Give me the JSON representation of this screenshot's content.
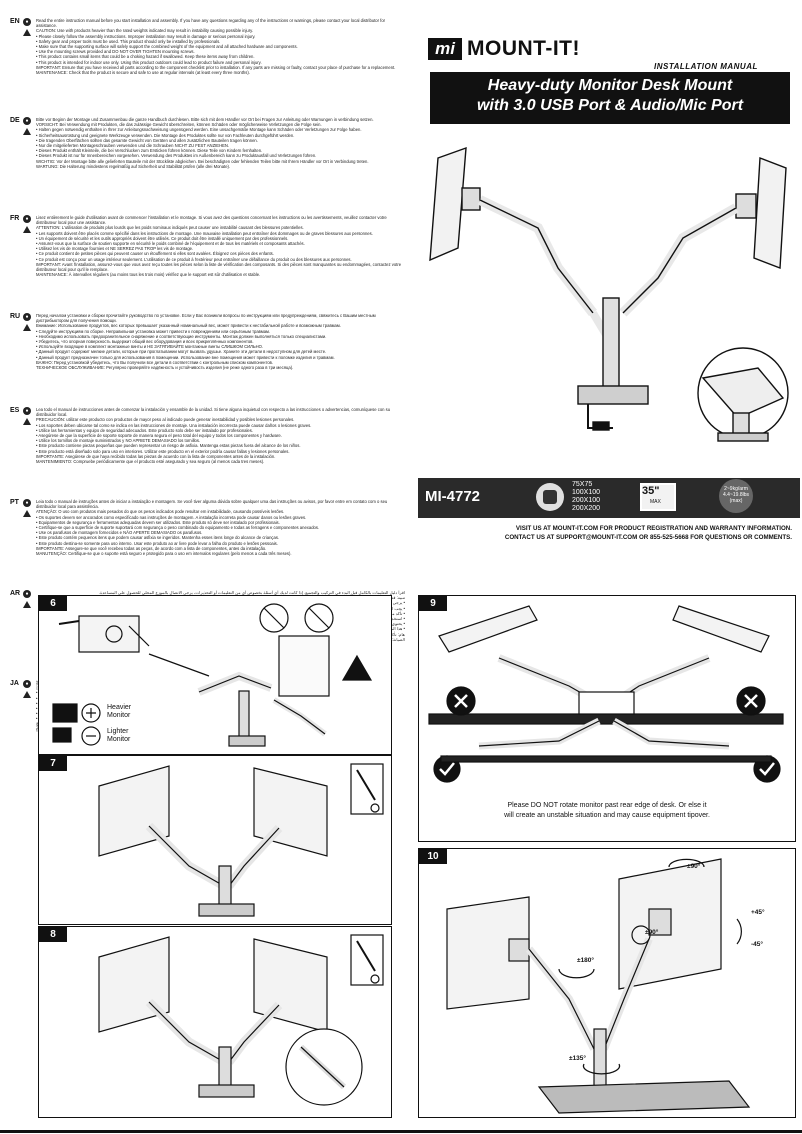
{
  "brand": {
    "logo_mark": "mi",
    "name": "MOUNT-IT!",
    "manual_label": "INSTALLATION MANUAL",
    "title_line1": "Heavy-duty Monitor Desk Mount",
    "title_line2": "with 3.0 USB Port & Audio/Mic Port"
  },
  "languages": [
    {
      "code": "EN",
      "lines": [
        "Read the entire instruction manual before you start installation and assembly. If you have any questions regarding any of the instructions or warnings, please contact your local distributor for assistance.",
        "CAUTION: Use with products heavier than the rated weights indicated may result in instability causing possible injury.",
        "• Please closely follow the assembly instructions. Improper installation may result in damage or serious personal injury.",
        "• Safety gear and proper tools must be used. This product should only be installed by professionals.",
        "• Make sure that the supporting surface will safely support the combined weight of the equipment and all attached hardware and components.",
        "• Use the mounting screws provided and DO NOT OVER TIGHTEN mounting screws.",
        "• This product contains small items that could be a choking hazard if swallowed. Keep these items away from children.",
        "• This product is intended for indoor use only. Using this product outdoors could lead to product failure and personal injury.",
        "IMPORTANT: Ensure that you have received all parts according to the component checklist prior to installation. If any parts are missing or faulty, contact your place of purchase for a replacement.",
        "MAINTENANCE: Check that the product is secure and safe to use at regular intervals (at least every three months)."
      ]
    },
    {
      "code": "DE",
      "lines": [
        "Bitte vor Beginn der Montage und Zusammenbau die ganze Handbuch durchlesen. Bitte sich mit dem Händler vor Ort bei Fragen zur Anleitung oder Warnungen in verbindung setzen.",
        "VORSICHT: Bei Verwendung mit Produkten, die das zulässige Gewicht überschreiten, können Schäden oder möglicherweise Verletzungen die Folge sein.",
        "• Halten gegen notwendig enthalten in Ihrer zur Anleitungsnachweisung ungenügend werden. Eine unsachgemäße Montage kann Schäden oder Verletzungen zur Folge haben.",
        "• Sicherheitsausrüstung und geeignete Werkzeuge verwenden. Die Montage des Produktes sollte nur von Fachleuten durchgeführt werden.",
        "• Die tragenden Oberflächen sollten das gesamte Gewicht von Geräten und allen zusätzlichen Bauteilen tragen können.",
        "• Nur die mitgelieferten Montageschrauben verwenden und die Schrauben NICHT ZU FEST ANZIEHEN.",
        "• Dieses Produkt enthält Kleinteile, die bei Verschlucken zum Ersticken führen können. Diese Teile von Kindern fernhalten.",
        "• Dieses Produkt ist nur für Innenbereichen vorgesehen. Verwendung des Produktes im Außenbereich kann zu Produktausfall und Verletzungen führen.",
        "WICHTIG: Vor der Montage bitte alle gelieferten Bauteile mit der Stückliste abgleichen. Bei beschädigten oder fehlenden Teilen bitte mit Ihrem Händler vor Ort in Verbindung treten.",
        "WARTUNG: Die Halterung mindestens regelmäßig auf Sicherheit und Stabilität prüfen (alle drei Monate)."
      ]
    },
    {
      "code": "FR",
      "lines": [
        "Lisez entièrement le guide d'utilisation avant de commencer l'installation et le montage. Si vous avez des questions concernant les instructions ou les avertissements, veuillez contacter votre distributeur local pour une assistance.",
        "ATTENTION: L'utilisation de produits plus lourds que les poids nominaux indiqués peut causer une instabilité causant des blessures potentielles.",
        "• Les supports doivent être placés comme spécifié dans les instructions de montage. Une mauvaise installation peut entraîner des dommages ou de graves blessures aux personnes.",
        "• Un équipement de sécurité et les outils appropriés doivent être utilisés. Ce produit doit être installé uniquement par des professionnels.",
        "• Assurez-vous que la surface de soutien supporte en sécurité le poids combiné de l'équipement et de tous les matériels et composants attachés.",
        "• Utilisez les vis de montage fournies et NE SERREZ PAS TROP les vis de montage.",
        "• Ce produit contient de petites pièces qui peuvent causer un étouffement si elles sont avalées. Éloignez ces pièces des enfants.",
        "• Ce produit est conçu pour un usage intérieur seulement. L'utilisation de ce produit à l'extérieur peut entraîner une défaillance du produit ou des blessures aux personnes.",
        "IMPORTANT: Avant l'installation, assurez-vous que vous avez reçu toutes les pièces selon la liste de vérification des composants. Si des pièces sont manquantes ou endommagées, contactez votre distributeur local pour qu'il le remplace.",
        "MAINTENANCE: À intervalles réguliers (au moins tous les trois mois) vérifiez que le support est sûr d'utilisation et stable."
      ]
    },
    {
      "code": "RU",
      "lines": [
        "Перед началом установки и сборки прочитайте руководство по установке. Если у Вас возникли вопросы по инструкциям или предупреждениям, свяжитесь с Вашим местным дистрибьютором для получения помощи.",
        "Внимание: Использование продуктов, вес которых превышает указанный номинальный вес, может привести к нестабильной работе и возможным травмам.",
        "• Следуйте инструкциям по сборке. Неправильная установка может привести к повреждениям или серьёзным травмам.",
        "• Необходимо использовать предохранительное снаряжение и соответствующие инструменты. Монтаж должен выполняться только специалистами.",
        "• Убедитесь, что опорная поверхность выдержит общий вес оборудования и всех прикреплённых компонентов.",
        "• Используйте входящие в комплект монтажные винты и НЕ ЗАТЯГИВАЙТЕ монтажные винты СЛИШКОМ СИЛЬНО.",
        "• Данный продукт содержит мелкие детали, которые при проглатывании могут вызвать удушье. Храните эти детали в недоступном для детей месте.",
        "• Данный продукт предназначен только для использования в помещении. Использование вне помещения может привести к поломке изделия и травмам.",
        "ВАЖНО: Перед установкой убедитесь, что Вы получили все детали в соответствии с контрольным списком компонентов.",
        "ТЕХНИЧЕСКОЕ ОБСЛУЖИВАНИЕ: Регулярно проверяйте надёжность и устойчивость изделия (не реже одного раза в три месяца)."
      ]
    },
    {
      "code": "ES",
      "lines": [
        "Lea todo el manual de instrucciones antes de comenzar la instalación y ensamble de la unidad. Si tiene alguna inquietud con respecto a las instrucciones o advertencias, comuníquese con su distribuidor local.",
        "PRECAUCIÓN: utilizar este producto con productos de mayor peso al indicado puede generar inestabilidad y posibles lesiones personales.",
        "• Los soportes deben ubicarse tal como se indica en las instrucciones de montaje. Una instalación incorrecta puede causar daños o lesiones graves.",
        "• Utilice las herramientas y equipo de seguridad adecuados. Este producto solo debe ser instalado por profesionales.",
        "• Asegúrese de que la superficie de soporte soporte de manera segura el peso total del equipo y todos los componentes y hardware.",
        "• Utilice los tornillos de montaje suministrados y NO APRIETE DEMASIADO los tornillos.",
        "• Este producto contiene piezas pequeñas que pueden representar un riesgo de asfixia. Mantenga estas piezas fuera del alcance de los niños.",
        "• Este producto está diseñado solo para uso en interiores. Utilizar este producto en el exterior podría causar fallas y lesiones personales.",
        "IMPORTANTE: Asegúrese de que haya recibido todas las piezas de acuerdo con la lista de componentes antes de la instalación.",
        "MANTENIMIENTO: Compruebe periódicamente que el producto esté asegurado y sea seguro (al menos cada tres meses)."
      ]
    },
    {
      "code": "PT",
      "lines": [
        "Leia todo o manual de instruções antes de iniciar a instalação e montagem. Se você tiver alguma dúvida sobre qualquer uma das instruções ou avisos, por favor entre em contato com o seu distribuidor local para assistência.",
        "ATENÇÃO: O uso com produtos mais pesados do que os pesos indicados pode resultar em instabilidade, causando possíveis lesões.",
        "• Os suportes devem ser ancorados como especificado nas instruções de montagem. A instalação incorreta pode causar danos ou lesões graves.",
        "• Equipamentos de segurança e ferramentas adequadas devem ser utilizados. Este produto só deve ser instalado por profissionais.",
        "• Certifique-se que a superfície de suporte suportará com segurança o peso combinado do equipamento e todas as ferragens e componentes anexados.",
        "• Use os parafusos de montagem fornecidos e NÃO APERTE DEMASIADO os parafusos.",
        "• Este produto contém pequenos itens que podem causar asfixia se ingeridos. Mantenha esses itens longe do alcance de crianças.",
        "• Este produto destina-se somente para uso interno. Usar este produto ao ar livre pode levar a falha do produto e lesões pessoais.",
        "IMPORTANTE: Assegure-se que você recebeu todas as peças, de acordo com a lista de componentes, antes da instalação.",
        "MANUTENÇÃO: Certifique-se que o suporte está seguro e protegido para o uso em intervalos regulares (pelo menos a cada três meses)."
      ]
    },
    {
      "code": "AR",
      "lines": [
        "اقرأ دليل التعليمات بالكامل قبل البدء في التركيب والتجميع. إذا كانت لديك أي أسئلة بخصوص أي من التعليمات أو التحذيرات، يرجى الاتصال بالموزع المحلي للحصول على المساعدة.",
        "تنبيه: قد يؤدي استخدام منتجات أثقل من الأوزان المحددة إلى عدم الاستقرار والتسبب في إصابة محتملة.",
        "• يرجى اتباع تعليمات التجميع بعناية. قد يؤدي التركيب غير الصحيح إلى تلف أو إصابة شخصية خطيرة.",
        "• يجب استخدام معدات السلامة والأدوات المناسبة. يجب تركيب هذا المنتج من قبل المحترفين فقط.",
        "• تأكد من أن سطح الدعم سيدعم بأمان الوزن المشترك للجهاز وجميع الأجهزة والمكونات المرفقة.",
        "• استخدم براغي التثبيت المرفقة ولا تفرط في ربطها.",
        "• يحتوي هذا المنتج على عناصر صغيرة قد تسبب الاختناق في حالة البلع. احفظ هذه العناصر بعيدا عن متناول الأطفال.",
        "• هذا المنتج مخصص للاستخدام الداخلي فقط.",
        "هام: تأكد من استلام جميع الأجزاء وفقا لقائمة المكونات قبل التركيب.",
        "الصيانة: تحقق من أن المنتج آمن للاستخدام على فترات منتظمة (كل ثلاثة أشهر على الأقل)."
      ]
    },
    {
      "code": "JA",
      "lines": [
        "設置や組立て始める前に、すべての取扱説明書をご一読ください。取扱説明書又は警告に関してのご不明な点がございましたら、お近くの代理店までお問い合わせください。",
        "注意：定格重量以上の製品を使用すると不安定になり、けがをする恐れがあります。",
        "• 組立説明書にしたがって慎重に組み立ててください。不適切な設置は、損傷や重大な身体傷害を引き起こす恐れがあります。",
        "• 安全装置及び適切な工具を使用してください。本製品は専門家のみが設置するようにしてください。",
        "• 支持面が機器及び取り付けられた全ての金具や部品の合計重量を安全に支えられることを確認してください。",
        "• 付属の取付ネジを使用し、締め付けすぎないでください。",
        "• 本製品には、飲み込むと窒息する恐れのある小さな部品が含まれています。お子様の手の届かないところに保管してください。",
        "• 本製品は屋内での使用のみを目的としています。屋外で使用すると故障や身体傷害の原因となります。",
        "重要：設置前に部品チェックリストに従って全ての部品が揃っていることを確認してください。",
        "保守管理：定期的に（少なくとも3か月ごとに）製品が安全に使用できることを確認してください。"
      ]
    }
  ],
  "spec": {
    "model": "MI-4772",
    "vesa_lines": [
      "75X75",
      "100X100",
      "200X100",
      "200X200"
    ],
    "screen_size": "35\"",
    "screen_size_caption": "MAX",
    "weight_lines": [
      "2~9kg/arm",
      "4.4~19.8lbs",
      "(max)"
    ]
  },
  "visit": {
    "line1": "VISIT US AT MOUNT-IT.COM FOR PRODUCT REGISTRATION AND WARRANTY INFORMATION.",
    "line2": "CONTACT US AT SUPPORT@MOUNT-IT.COM OR 855-525-5668 FOR QUESTIONS OR COMMENTS."
  },
  "steps": {
    "s6": {
      "num": "6",
      "heavier": "Heavier\nMonitor",
      "lighter": "Lighter\nMonitor"
    },
    "s7": {
      "num": "7"
    },
    "s8": {
      "num": "8"
    },
    "s9": {
      "num": "9",
      "warning_line1": "Please DO NOT rotate monitor past rear edge of desk. Or else it",
      "warning_line2": "will create an unstable situation and may cause equipment tipover."
    },
    "s10": {
      "num": "10",
      "a1": "±90°",
      "a2": "±90°",
      "a3": "±180°",
      "a4": "±135°",
      "a5": "+45°",
      "a6": "-45°"
    }
  },
  "colors": {
    "ink": "#111111",
    "banner": "#111111",
    "spec_bg": "#2a2a2a",
    "ok": "#111111"
  }
}
